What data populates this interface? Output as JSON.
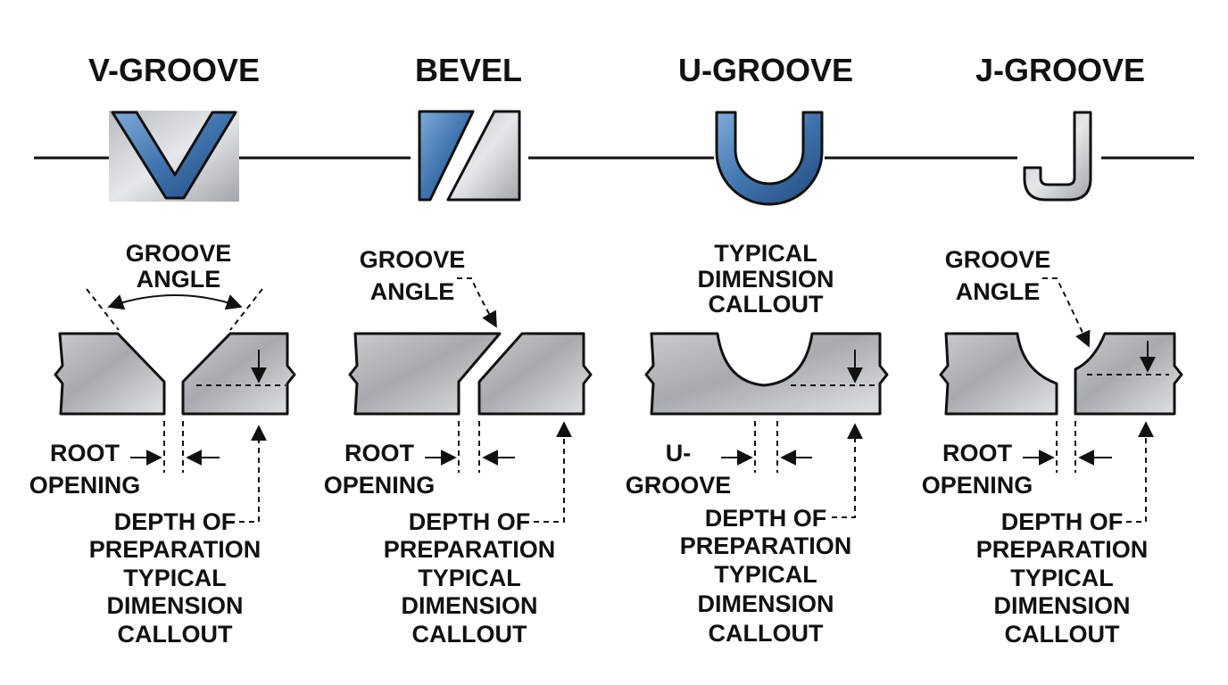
{
  "symbols": [
    {
      "title": "V-GROOVE"
    },
    {
      "title": "BEVEL"
    },
    {
      "title": "U-GROOVE"
    },
    {
      "title": "J-GROOVE"
    }
  ],
  "details": {
    "v": {
      "top": [
        "GROOVE",
        "ANGLE"
      ],
      "left": [
        "ROOT",
        "OPENING"
      ],
      "bottom": [
        "DEPTH OF",
        "PREPARATION",
        "TYPICAL",
        "DIMENSION",
        "CALLOUT"
      ]
    },
    "bevel": {
      "top": [
        "GROOVE",
        "ANGLE"
      ],
      "left": [
        "ROOT",
        "OPENING"
      ],
      "bottom": [
        "DEPTH OF",
        "PREPARATION",
        "TYPICAL",
        "DIMENSION",
        "CALLOUT"
      ]
    },
    "u": {
      "top": [
        "TYPICAL",
        "DIMENSION",
        "CALLOUT"
      ],
      "left": [
        "U-",
        "GROOVE"
      ],
      "bottom": [
        "DEPTH OF",
        "PREPARATION",
        "TYPICAL",
        "DIMENSION",
        "CALLOUT"
      ]
    },
    "j": {
      "top": [
        "GROOVE",
        "ANGLE"
      ],
      "left": [
        "ROOT",
        "OPENING"
      ],
      "bottom": [
        "DEPTH OF",
        "PREPARATION",
        "TYPICAL",
        "DIMENSION",
        "CALLOUT"
      ]
    }
  },
  "colors": {
    "steel_dark": "#8c8f94",
    "steel_light": "#e4e5e7",
    "blue_dark": "#2b5d93",
    "blue_light": "#6f9fd2",
    "outline": "#111111"
  },
  "icons": [
    "v-groove-symbol",
    "bevel-symbol",
    "u-groove-symbol",
    "j-groove-symbol"
  ]
}
